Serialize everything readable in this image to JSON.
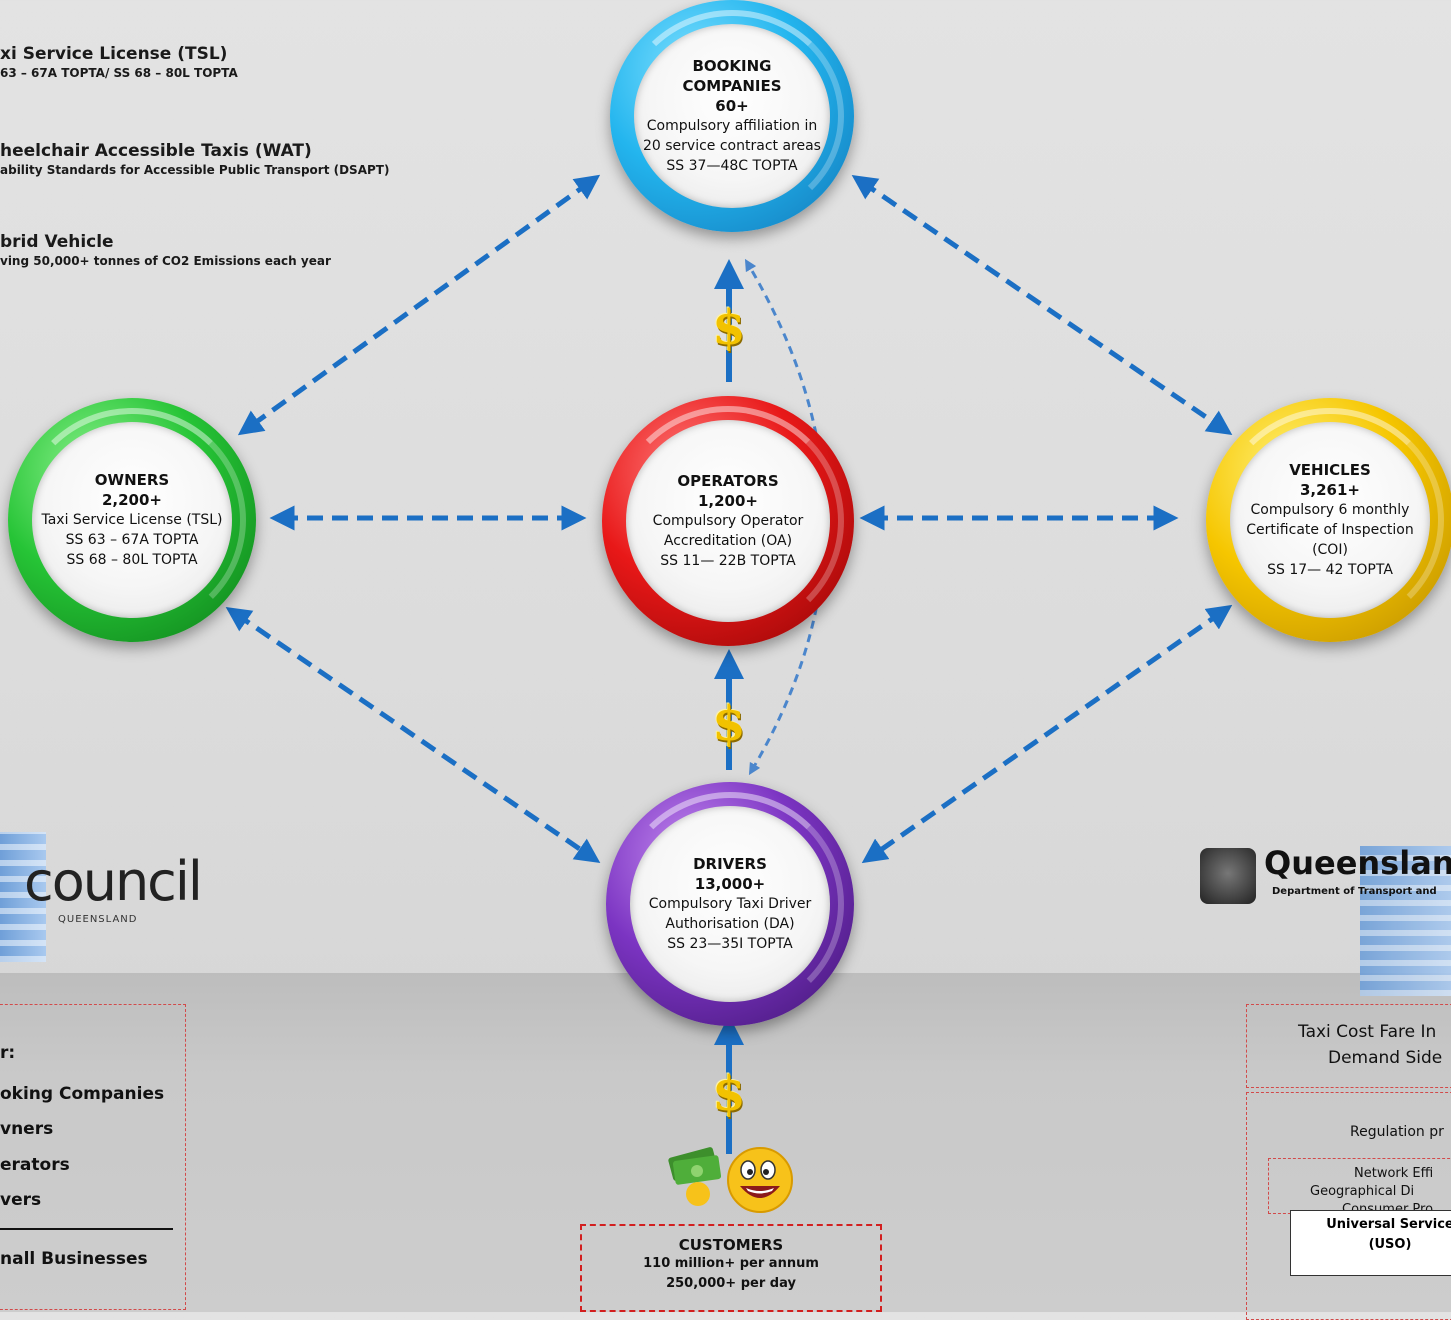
{
  "legend": [
    {
      "heading": "xi Service License (TSL)",
      "sub": "63 – 67A TOPTA/ SS 68 – 80L TOPTA"
    },
    {
      "heading": "heelchair Accessible Taxis (WAT)",
      "sub": "ability Standards for Accessible Public Transport (DSAPT)"
    },
    {
      "heading": "brid Vehicle",
      "sub": "ving 50,000+ tonnes of CO2 Emissions each year"
    }
  ],
  "nodes": {
    "booking": {
      "title1": "BOOKING",
      "title2": "COMPANIES",
      "count": "60+",
      "lines": [
        "Compulsory affiliation in",
        "20 service contract areas",
        "SS 37—48C  TOPTA"
      ],
      "color": "#23b5ee"
    },
    "owners": {
      "title1": "OWNERS",
      "count": "2,200+",
      "lines": [
        "Taxi Service License (TSL)",
        "SS 63 – 67A TOPTA",
        "SS 68 – 80L TOPTA"
      ],
      "color": "#26c436"
    },
    "operators": {
      "title1": "OPERATORS",
      "count": "1,200+",
      "lines": [
        "Compulsory Operator",
        "Accreditation (OA)",
        "SS 11— 22B TOPTA"
      ],
      "color": "#e81818"
    },
    "vehicles": {
      "title1": "VEHICLES",
      "count": "3,261+",
      "lines": [
        "Compulsory 6 monthly",
        "Certificate of Inspection",
        "(COI)",
        "SS 17— 42 TOPTA"
      ],
      "color": "#f6c600"
    },
    "drivers": {
      "title1": "DRIVERS",
      "count": "13,000+",
      "lines": [
        "Compulsory Taxi Driver",
        "Authorisation (DA)",
        "SS 23—35I TOPTA"
      ],
      "color": "#7b34c2"
    }
  },
  "dollar_symbol": "$",
  "customers": {
    "title": "CUSTOMERS",
    "line1": "110 million+  per annum",
    "line2": "250,000+   per day"
  },
  "council_logo": {
    "word": "council",
    "sub": "QUEENSLAND"
  },
  "left_panel": {
    "title": "r:",
    "items": [
      "oking Companies",
      "vners",
      "erators",
      "vers"
    ],
    "footer": "nall Businesses"
  },
  "qld_logo": {
    "word": "Queensland",
    "dept": "Department of Transport and"
  },
  "right_panel": {
    "fare_line1": "Taxi Cost Fare In",
    "fare_line2": "Demand Side",
    "regulation": "Regulation pr",
    "network_lines": [
      "Network Effi",
      "Geographical Di",
      "Consumer Pro"
    ],
    "uso_line1": "Universal Service",
    "uso_line2": "(USO)"
  },
  "colors": {
    "arrow": "#1b6fc4",
    "dashed_border": "#d21f1f",
    "dollar": "#f2c200"
  }
}
